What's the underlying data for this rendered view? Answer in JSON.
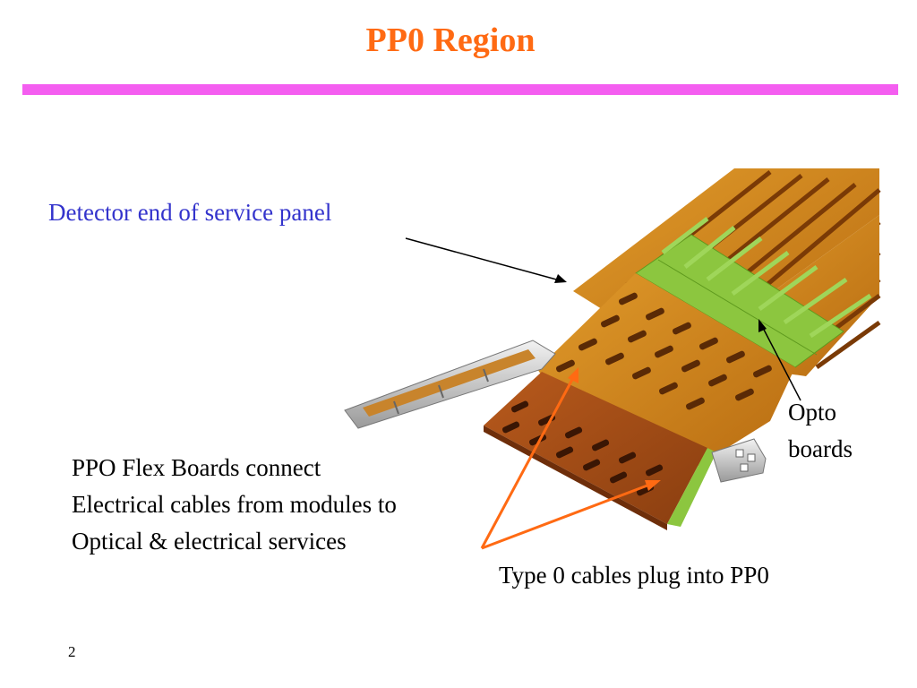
{
  "slide": {
    "title": "PP0 Region",
    "page_number": "2",
    "colors": {
      "title": "#ff6a13",
      "rule": "#f45ef0",
      "callout_blue": "#3333cc",
      "body_text": "#000000",
      "arrow_orange": "#ff6a13",
      "arrow_black": "#000000"
    }
  },
  "callouts": {
    "detector_end": "Detector end of service panel",
    "opto_line1": "Opto",
    "opto_line2": "boards",
    "type0": "Type 0 cables plug into PP0"
  },
  "description": {
    "lines": [
      "PPO Flex Boards connect",
      "Electrical cables from modules to",
      "Optical & electrical services"
    ]
  },
  "illustration": {
    "subject": "PP0 flex boards and service panel rendering"
  }
}
